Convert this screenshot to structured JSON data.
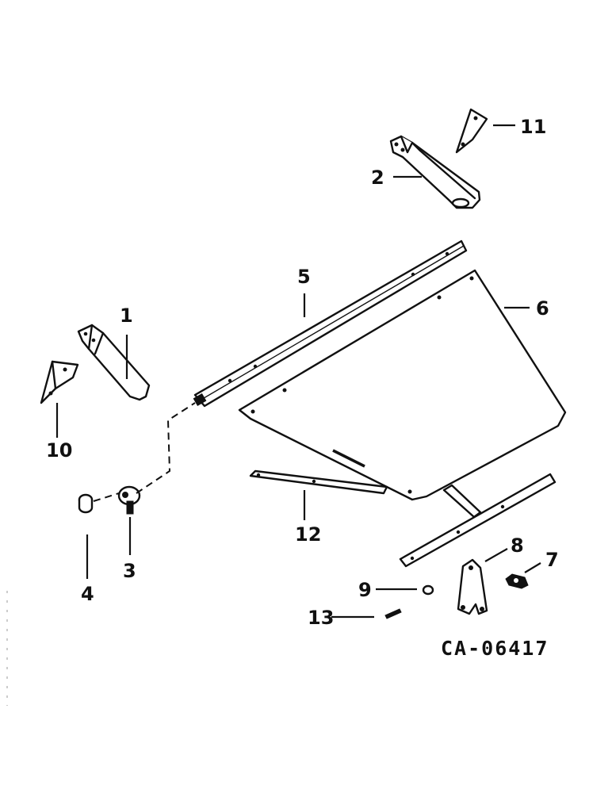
{
  "callouts": {
    "c1": "1",
    "c2": "2",
    "c3": "3",
    "c4": "4",
    "c5": "5",
    "c6": "6",
    "c7": "7",
    "c8": "8",
    "c9": "9",
    "c10": "10",
    "c11": "11",
    "c12": "12",
    "c13": "13"
  },
  "drawing_id": "CA-06417"
}
